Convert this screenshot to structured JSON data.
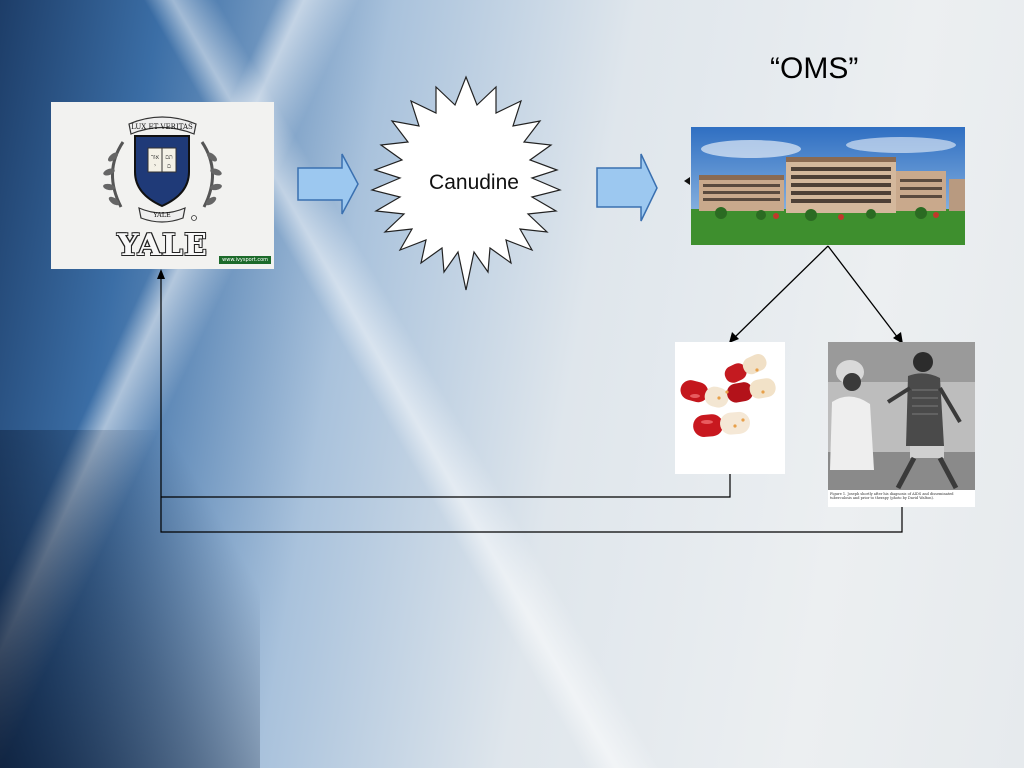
{
  "slide": {
    "title": "“OMS”",
    "process_label": "Canudine"
  },
  "yale_logo": {
    "motto": "LUX ET VERITAS",
    "shield_text": "YALE",
    "wordmark": "YALE",
    "url": "www.ivysport.com"
  },
  "colors": {
    "arrow_fill": "#9cc8f0",
    "arrow_stroke": "#3a70b0",
    "shield_blue": "#1f3a78",
    "connector": "#000000"
  },
  "icons": [
    "right-arrow-icon",
    "starburst-shape",
    "building-photo",
    "pills-photo",
    "patient-photo"
  ],
  "patient_photo": {
    "caption": "Figure 1. Joseph shortly after his diagnosis of AIDS and disseminated tuberculosis and prior to therapy (photo by David Walton)."
  }
}
